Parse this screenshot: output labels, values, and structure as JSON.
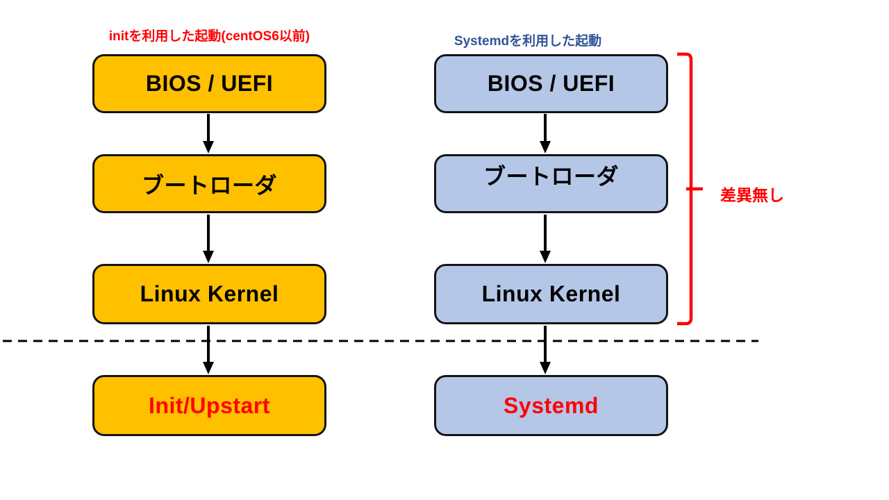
{
  "diagram": {
    "left_column": {
      "title": "initを利用した起動(centOS6以前)",
      "title_color": "#ff0000",
      "box_color": "#ffc000",
      "boxes": [
        {
          "label": "BIOS / UEFI",
          "text_color": "#000000"
        },
        {
          "label": "ブートローダ",
          "text_color": "#000000"
        },
        {
          "label": "Linux Kernel",
          "text_color": "#000000"
        },
        {
          "label": "Init/Upstart",
          "text_color": "#ff0000"
        }
      ]
    },
    "right_column": {
      "title": "Systemdを利用した起動",
      "title_color": "#2f5496",
      "box_color": "#b4c7e7",
      "boxes": [
        {
          "label": "BIOS / UEFI",
          "text_color": "#000000"
        },
        {
          "label": "ブートローダ",
          "text_color": "#000000"
        },
        {
          "label": "Linux Kernel",
          "text_color": "#000000"
        },
        {
          "label": "Systemd",
          "text_color": "#ff0000"
        }
      ]
    },
    "annotation": {
      "label": "差異無し",
      "color": "#ff0000",
      "brace_color": "#ff0000"
    },
    "divider": {
      "style": "dashed",
      "color": "#000000"
    },
    "arrow_color": "#000000",
    "border_color": "#141414",
    "background": "#ffffff"
  }
}
